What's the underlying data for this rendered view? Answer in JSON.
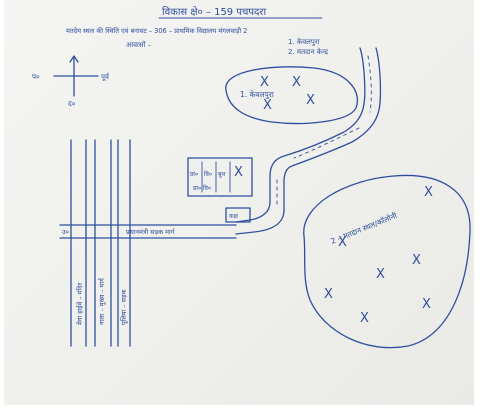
{
  "map": {
    "title": "विकास क्षे० – 159 पचपदरा",
    "subtitle": "मतदेय स्थल की स्थिति एवं बनावट – 306 – प्राथमिक विद्यालय मंगलवाड़ी 2",
    "legend_heading": "आवासों –",
    "legend_items": [
      "1. केवलपुरा",
      "2. मतदान केन्द्र"
    ],
    "compass": {
      "west": "प०",
      "east": "पूर्व",
      "south": "द०"
    },
    "upper_settlement_label": "1. केवलपुरा",
    "lower_settlement_label": "2 – मतदान स्थल/कॉलोनी",
    "building_label": "प्रा० वि०",
    "building_block_text": [
      "प्रा०",
      "वि०",
      "बूथ"
    ],
    "small_box_label": "कक्ष",
    "road_label": "प्रधानमंत्री सड़क मार्ग",
    "road_stage_label": "उ०",
    "vertical_road_labels": [
      "मेगा हाईवे – मंदिर",
      "नाला – मुख्य – मार्ग",
      "पुलिया – सड़क"
    ],
    "upper_marks": [
      "X",
      "X",
      "X",
      "X"
    ],
    "lower_marks": [
      "X",
      "X",
      "X",
      "X",
      "X",
      "X",
      "X"
    ]
  }
}
